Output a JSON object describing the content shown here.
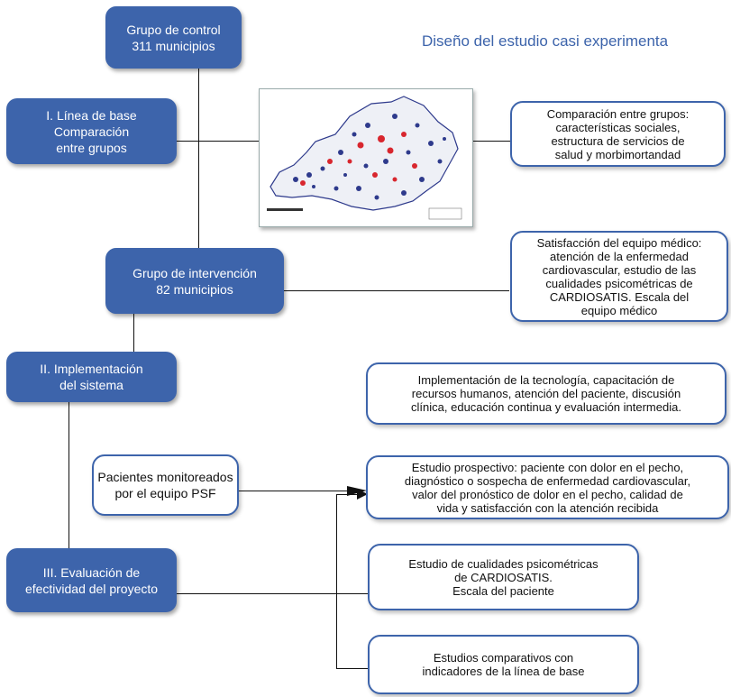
{
  "title": "Diseño del estudio casi experimenta",
  "nodes": {
    "grupo_control": [
      "Grupo de control",
      "311 municipios"
    ],
    "linea_base": [
      "I. Línea de base",
      "Comparación",
      "entre grupos"
    ],
    "grupo_intervencion": [
      "Grupo de intervención",
      "82 municipios"
    ],
    "implementacion": [
      "II. Implementación",
      "del sistema"
    ],
    "evaluacion": [
      "III. Evaluación de",
      "efectividad del proyecto"
    ]
  },
  "boxes": {
    "comparacion": "Comparación entre grupos:\ncaracterísticas sociales,\nestructura de  servicios de\nsalud y morbimortandad",
    "satisfaccion": "Satisfacción del equipo médico:\natención de la enfermedad\ncardiovascular, estudio de las\ncualidades  psicométricas de\nCARDIOSATIS. Escala del\nequipo médico",
    "tecnologia": "Implementación de la tecnología, capacitación de\nrecursos humanos, atención del paciente, discusión\nclínica, educación  continua y evaluación intermedia.",
    "pacientes": "Pacientes monitoreados\npor el equipo PSF",
    "prospectivo": "Estudio prospectivo: paciente con dolor en el pecho,\ndiagnóstico o sospecha de enfermedad cardiovascular,\nvalor del pronóstico de dolor en el pecho, calidad de\nvida y satisfacción con la atención recibida",
    "psicometricas": "Estudio de cualidades psicométricas\nde CARDIOSATIS.\nEscala del paciente",
    "comparativos": "Estudios comparativos con\nindicadores de la línea de base"
  },
  "colors": {
    "node_fill": "#3d64ab",
    "map_red": "#d8262e",
    "map_blue": "#2e3a8c"
  },
  "map": {
    "icon": "brazil-state-map"
  }
}
